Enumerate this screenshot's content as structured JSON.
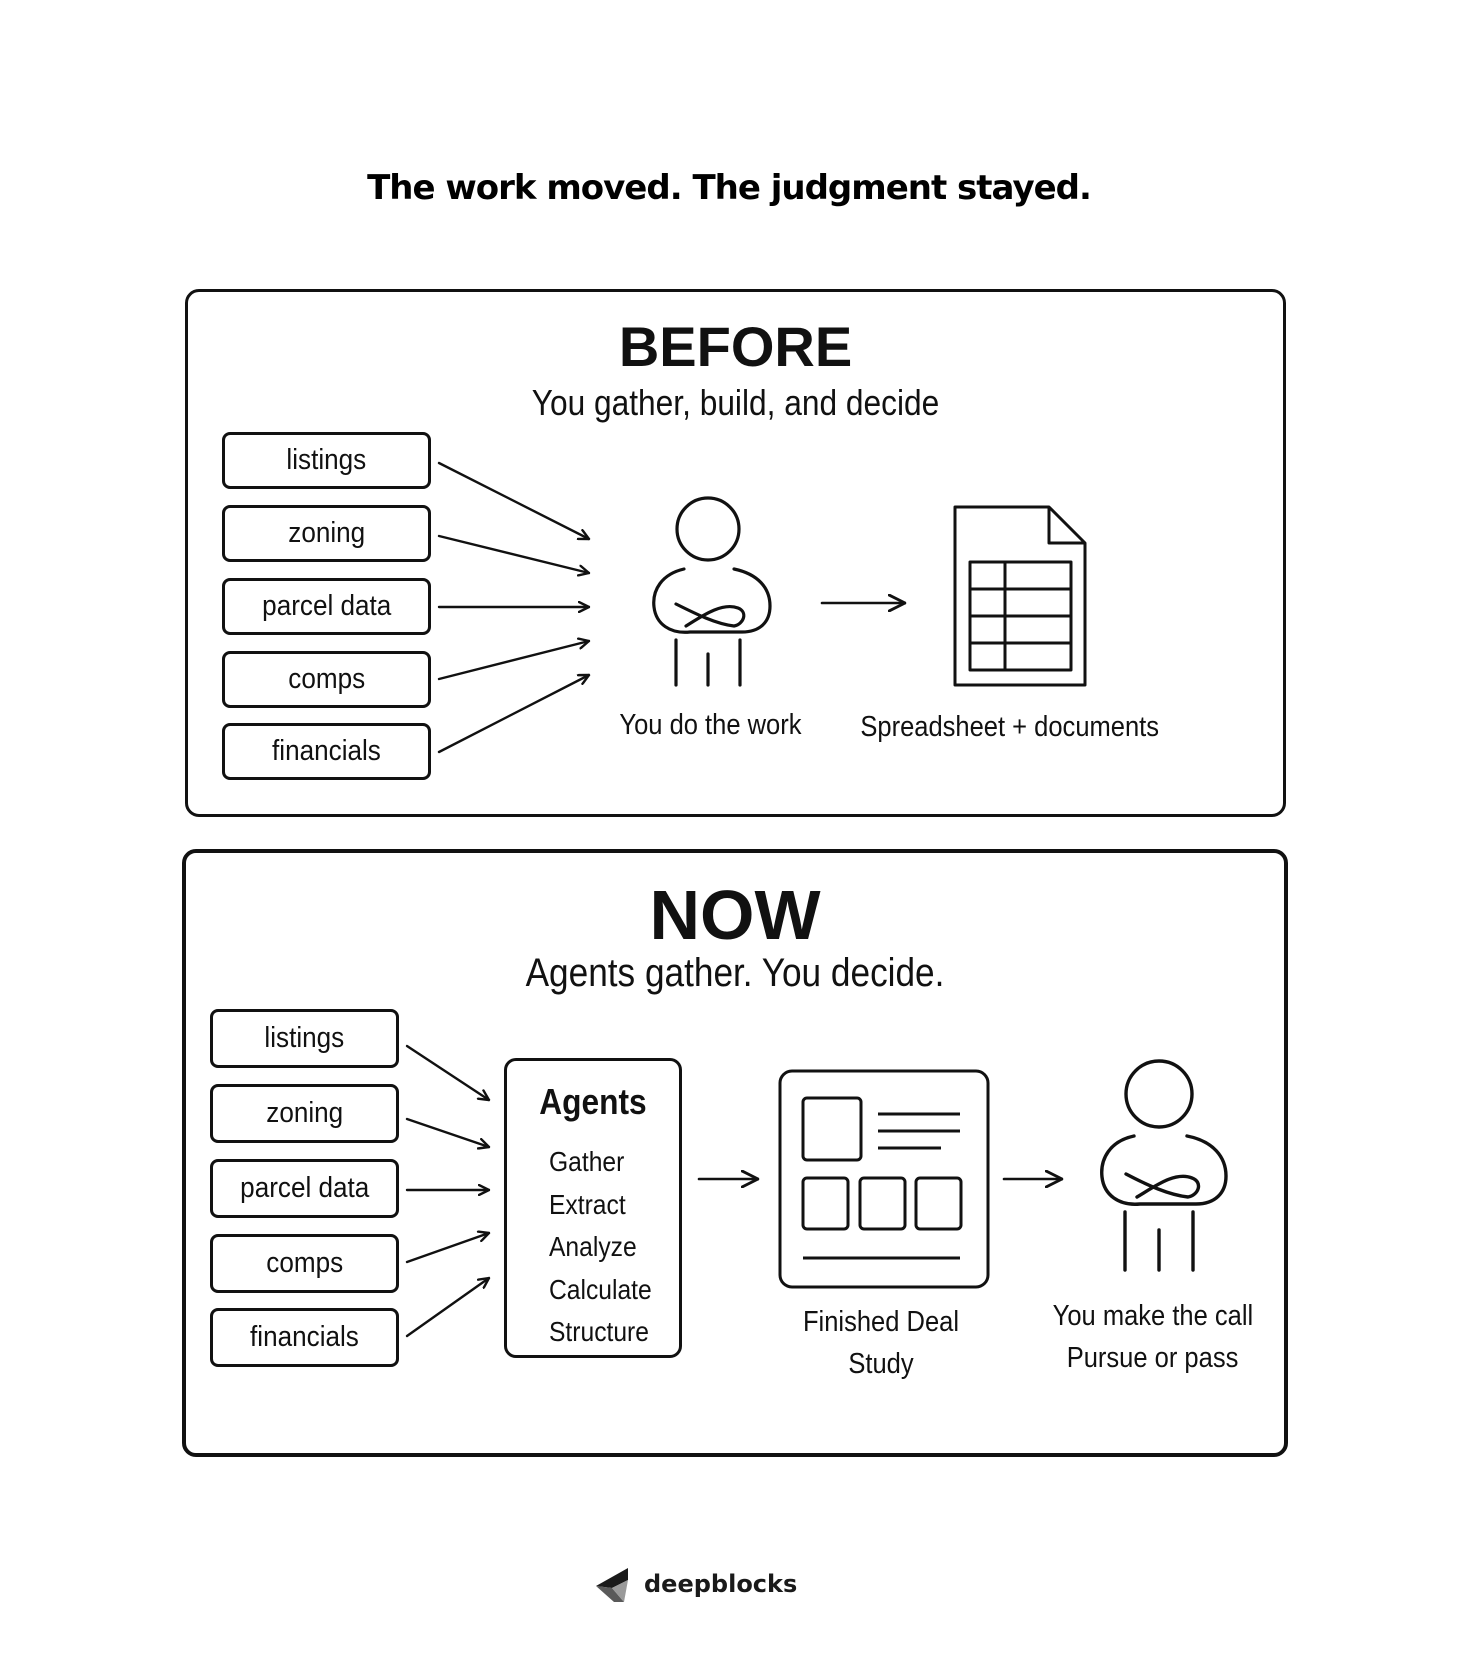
{
  "title": "The work moved. The judgment stayed.",
  "before": {
    "heading": "BEFORE",
    "subheading": "You gather, build, and decide",
    "sources": [
      "listings",
      "zoning",
      "parcel data",
      "comps",
      "financials"
    ],
    "person_caption": "You do the work",
    "output_caption": "Spreadsheet + documents"
  },
  "now": {
    "heading": "NOW",
    "subheading": "Agents gather. You decide.",
    "sources": [
      "listings",
      "zoning",
      "parcel data",
      "comps",
      "financials"
    ],
    "agents": {
      "title": "Agents",
      "steps": [
        "Gather",
        "Extract",
        "Analyze",
        "Calculate",
        "Structure"
      ]
    },
    "output_caption": "Finished Deal Study",
    "decision_caption": [
      "You make the call",
      "Pursue or pass"
    ]
  },
  "brand": {
    "name": "deepblocks",
    "logo_icon": "deepblocks-logo-icon"
  },
  "icons": {
    "person": "person-arms-crossed-icon",
    "spreadsheet": "spreadsheet-document-icon",
    "deal_study": "deal-study-document-icon",
    "arrow": "arrow-right-icon"
  },
  "colors": {
    "ink": "#111111",
    "background": "#ffffff"
  }
}
